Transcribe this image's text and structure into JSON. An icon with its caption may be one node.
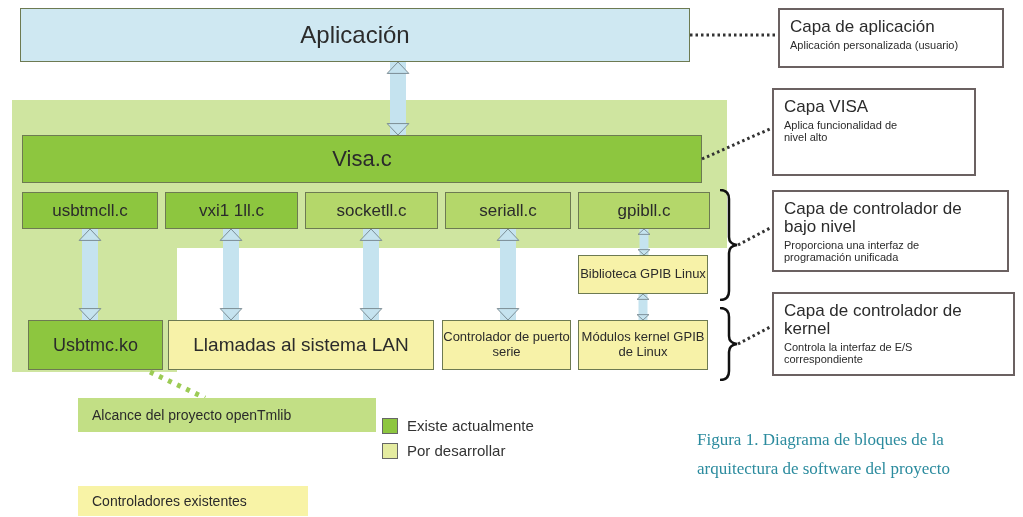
{
  "diagram": {
    "caption": "Figura 1. Diagrama de bloques de la arquitectura de software del proyecto",
    "nodes": [
      {
        "text": [
          "Aplicación"
        ]
      },
      {
        "text": [],
        "shape": "box"
      },
      {
        "text": [
          "Visa.c"
        ],
        "in": 1
      },
      {
        "text": [
          "usbtmcll.c"
        ],
        "in": 1
      },
      {
        "text": [
          "vxi1 1ll.c"
        ],
        "in": 1
      },
      {
        "text": [
          "socketll.c"
        ],
        "in": 1
      },
      {
        "text": [
          "seriall.c"
        ],
        "in": 1
      },
      {
        "text": [
          "gpibll.c"
        ],
        "in": 1
      },
      {
        "text": [
          "Biblioteca GPIB Linux"
        ]
      },
      {
        "text": [
          "Usbtmc.ko"
        ],
        "in": 1
      },
      {
        "text": [
          "Llamadas al sistema LAN"
        ]
      },
      {
        "text": [
          "Controlador de puerto serie"
        ]
      },
      {
        "text": [
          "Módulos kernel GPIB de Linux"
        ]
      },
      {
        "text": [
          "Capa de aplicación",
          "Aplicación personalizada (usuario)"
        ]
      },
      {
        "text": [
          "Capa VISA",
          "Aplica funcionalidad de nivel alto"
        ]
      },
      {
        "text": [
          "Capa de controlador de bajo nivel",
          "Proporciona una interfaz de programación unificada"
        ]
      },
      {
        "text": [
          "Capa de controlador de kernel",
          "Controla la interfaz de E/S correspondiente"
        ]
      },
      {
        "text": [
          "Alcance del proyecto openTmlib"
        ]
      },
      {
        "text": [
          "Controladores existentes"
        ]
      },
      {
        "text": [],
        "shape": "brace"
      },
      {
        "text": [],
        "shape": "brace"
      }
    ],
    "edges": [
      {
        "from": 0,
        "to": 2,
        "arrow": "both"
      },
      {
        "from": 3,
        "to": 9,
        "arrow": "both"
      },
      {
        "from": 4,
        "to": 10,
        "arrow": "both"
      },
      {
        "from": 5,
        "to": 10,
        "arrow": "both"
      },
      {
        "from": 6,
        "to": 11,
        "arrow": "both"
      },
      {
        "from": 7,
        "to": 8,
        "arrow": "both"
      },
      {
        "from": 8,
        "to": 12,
        "arrow": "both"
      },
      {
        "from": 0,
        "to": 13,
        "arrow": "none",
        "style": "dashed",
        "color": "#333333"
      },
      {
        "from": 2,
        "to": 14,
        "arrow": "none",
        "style": "dashed",
        "color": "#333333"
      },
      {
        "from": 19,
        "to": 15,
        "arrow": "none",
        "style": "dashed",
        "color": "#333333"
      },
      {
        "from": 20,
        "to": 16,
        "arrow": "none",
        "style": "dashed",
        "color": "#333333"
      },
      {
        "from": 1,
        "to": 17,
        "arrow": "none",
        "style": "dashed",
        "color": "#9ccb55"
      }
    ],
    "legend": [
      {
        "text": "Existe actualmente",
        "color": "#8dc63f"
      },
      {
        "text": "Por desarrollar",
        "color": "#e4eba0"
      }
    ]
  }
}
